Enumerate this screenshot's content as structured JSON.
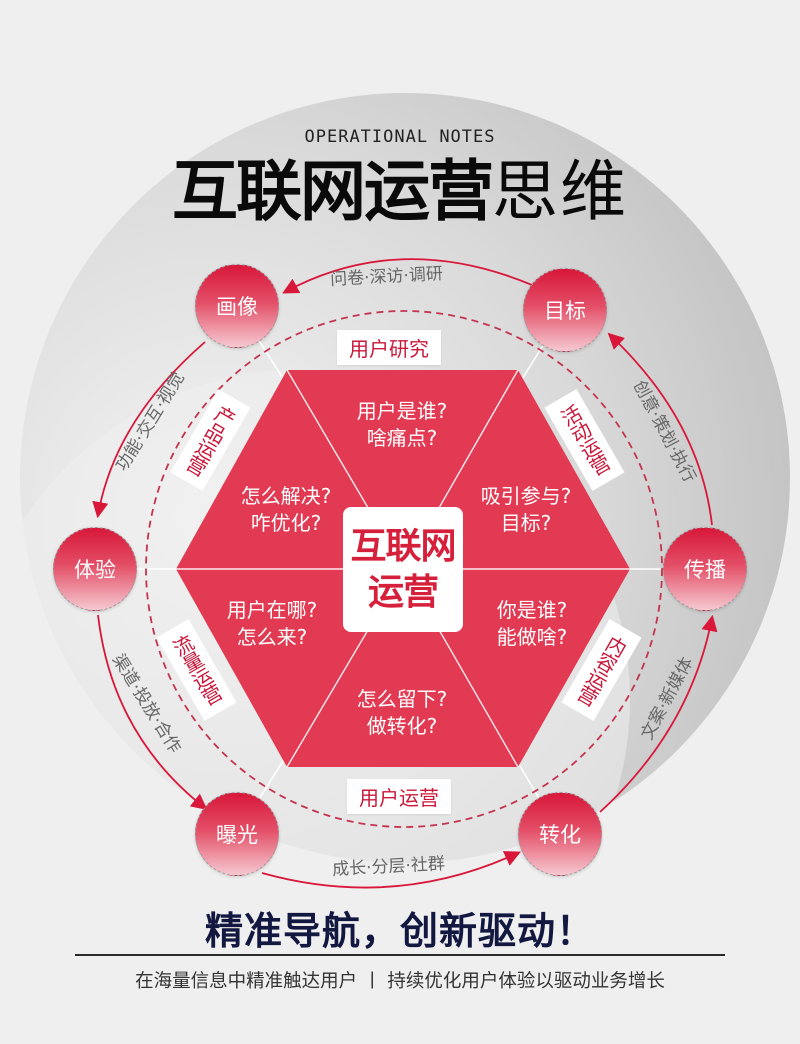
{
  "header": {
    "subtitle_en": "OPERATIONAL NOTES",
    "title_bold": "互联网运营",
    "title_light": "思维"
  },
  "center": {
    "line1": "互联网",
    "line2": "运营"
  },
  "colors": {
    "primary_red": "#d8173a",
    "hexagon_red": "#e13a52",
    "background": "#efefef",
    "slogan_navy": "#121840"
  },
  "nodes": [
    {
      "id": "portrait",
      "label": "画像"
    },
    {
      "id": "goal",
      "label": "目标"
    },
    {
      "id": "experience",
      "label": "体验"
    },
    {
      "id": "spread",
      "label": "传播"
    },
    {
      "id": "exposure",
      "label": "曝光"
    },
    {
      "id": "conversion",
      "label": "转化"
    }
  ],
  "arcs": [
    {
      "from": "目标",
      "to": "画像",
      "label": "问卷·深访·调研"
    },
    {
      "from": "画像",
      "to": "体验",
      "label": "功能·交互·视觉"
    },
    {
      "from": "体验",
      "to": "曝光",
      "label": "渠道·投放·合作"
    },
    {
      "from": "曝光",
      "to": "转化",
      "label": "成长·分层·社群"
    },
    {
      "from": "转化",
      "to": "传播",
      "label": "文案·新媒体"
    },
    {
      "from": "传播",
      "to": "目标",
      "label": "创意·策划·执行"
    }
  ],
  "segments": [
    {
      "category": "用户研究",
      "q1": "用户是谁?",
      "q2": "啥痛点?"
    },
    {
      "category": "活动运营",
      "q1": "吸引参与?",
      "q2": "目标?"
    },
    {
      "category": "内容运营",
      "q1": "你是谁?",
      "q2": "能做啥?"
    },
    {
      "category": "用户运营",
      "q1": "怎么留下?",
      "q2": "做转化?"
    },
    {
      "category": "流量运营",
      "q1": "用户在哪?",
      "q2": "怎么来?"
    },
    {
      "category": "产品运营",
      "q1": "怎么解决?",
      "q2": "咋优化?"
    }
  ],
  "footer": {
    "slogan": "精准导航，创新驱动！",
    "tagline": "在海量信息中精准触达用户 丨 持续优化用户体验以驱动业务增长"
  }
}
